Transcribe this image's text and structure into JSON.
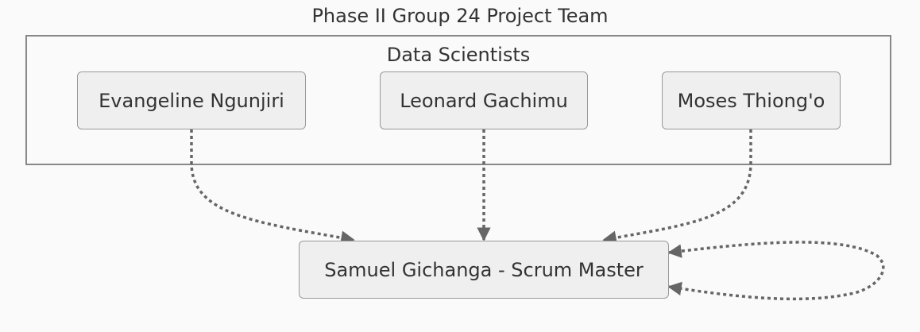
{
  "diagram": {
    "title": "Phase II Group 24 Project Team",
    "cluster_label": "Data Scientists",
    "nodes": {
      "evangeline": "Evangeline Ngunjiri",
      "leonard": "Leonard Gachimu",
      "moses": "Moses Thiong'o",
      "samuel": "Samuel Gichanga - Scrum Master"
    },
    "edges": [
      {
        "from": "evangeline",
        "to": "samuel",
        "style": "dotted"
      },
      {
        "from": "leonard",
        "to": "samuel",
        "style": "dotted"
      },
      {
        "from": "moses",
        "to": "samuel",
        "style": "dotted"
      },
      {
        "from": "samuel",
        "to": "samuel",
        "style": "dotted"
      }
    ],
    "colors": {
      "background": "#fafafa",
      "node_fill": "#efefef",
      "node_border": "#999999",
      "edge": "#666666",
      "text": "#333333"
    }
  }
}
